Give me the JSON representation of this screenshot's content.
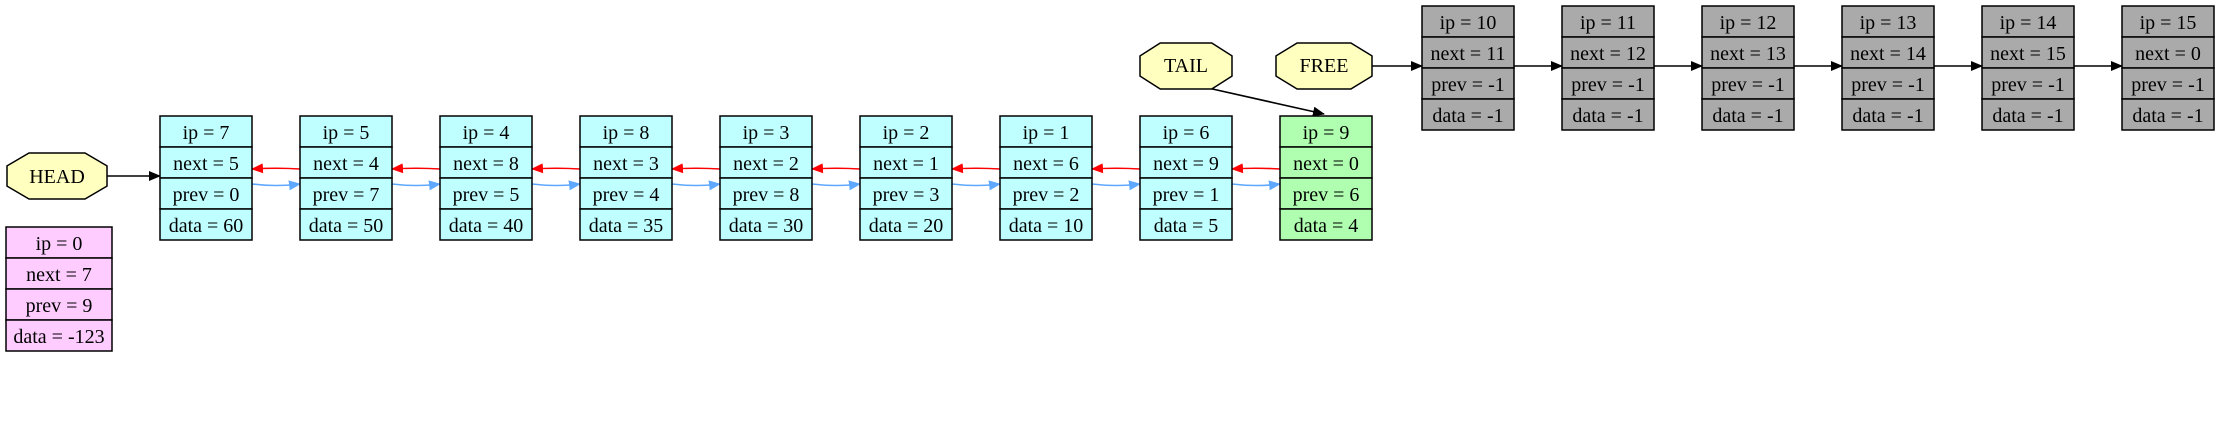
{
  "colors": {
    "sentinel": "#ffccff",
    "used": "#c0ffff",
    "tail_node": "#b0ffb0",
    "free": "#aaaaaa",
    "label_node": "#ffffc0",
    "next_edge": "#ff0000",
    "prev_edge": "#5fa8ff",
    "pointer_edge": "#000000"
  },
  "labels": {
    "head": "HEAD",
    "tail": "TAIL",
    "free": "FREE"
  },
  "sentinel": {
    "fields": [
      "ip = 0",
      "next = 7",
      "prev = 9",
      "data = -123"
    ]
  },
  "used_nodes": [
    {
      "ip": 7,
      "fields": [
        "ip = 7",
        "next = 5",
        "prev = 0",
        "data = 60"
      ]
    },
    {
      "ip": 5,
      "fields": [
        "ip = 5",
        "next = 4",
        "prev = 7",
        "data = 50"
      ]
    },
    {
      "ip": 4,
      "fields": [
        "ip = 4",
        "next = 8",
        "prev = 5",
        "data = 40"
      ]
    },
    {
      "ip": 8,
      "fields": [
        "ip = 8",
        "next = 3",
        "prev = 4",
        "data = 35"
      ]
    },
    {
      "ip": 3,
      "fields": [
        "ip = 3",
        "next = 2",
        "prev = 8",
        "data = 30"
      ]
    },
    {
      "ip": 2,
      "fields": [
        "ip = 2",
        "next = 1",
        "prev = 3",
        "data = 20"
      ]
    },
    {
      "ip": 1,
      "fields": [
        "ip = 1",
        "next = 6",
        "prev = 2",
        "data = 10"
      ]
    },
    {
      "ip": 6,
      "fields": [
        "ip = 6",
        "next = 9",
        "prev = 1",
        "data = 5"
      ]
    },
    {
      "ip": 9,
      "tail": true,
      "fields": [
        "ip = 9",
        "next = 0",
        "prev = 6",
        "data = 4"
      ]
    }
  ],
  "free_nodes": [
    {
      "ip": 10,
      "fields": [
        "ip = 10",
        "next = 11",
        "prev = -1",
        "data = -1"
      ]
    },
    {
      "ip": 11,
      "fields": [
        "ip = 11",
        "next = 12",
        "prev = -1",
        "data = -1"
      ]
    },
    {
      "ip": 12,
      "fields": [
        "ip = 12",
        "next = 13",
        "prev = -1",
        "data = -1"
      ]
    },
    {
      "ip": 13,
      "fields": [
        "ip = 13",
        "next = 14",
        "prev = -1",
        "data = -1"
      ]
    },
    {
      "ip": 14,
      "fields": [
        "ip = 14",
        "next = 15",
        "prev = -1",
        "data = -1"
      ]
    },
    {
      "ip": 15,
      "fields": [
        "ip = 15",
        "next = 0",
        "prev = -1",
        "data = -1"
      ]
    }
  ]
}
